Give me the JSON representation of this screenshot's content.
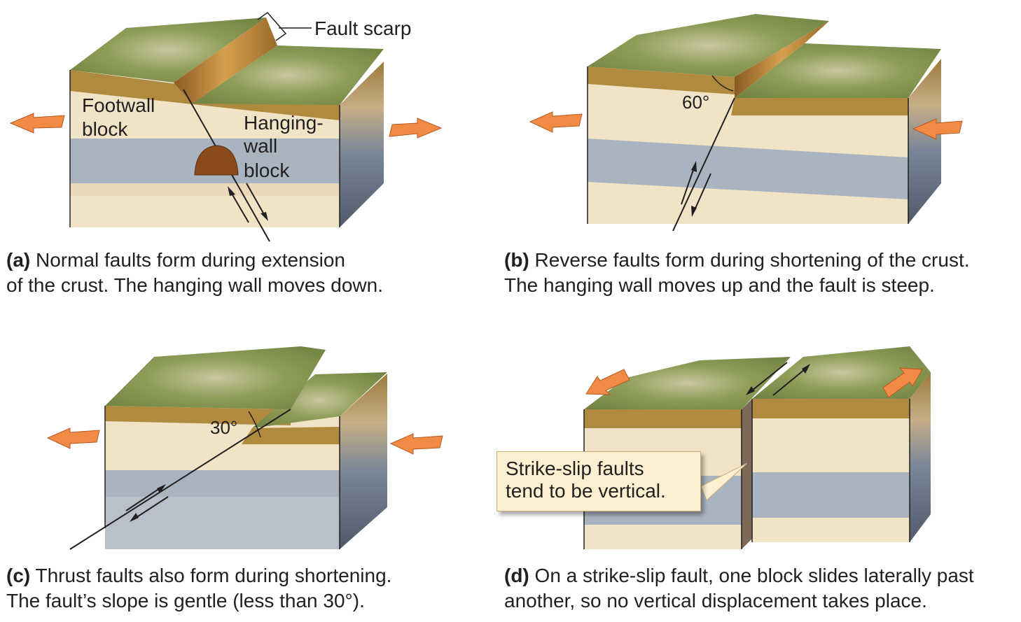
{
  "panels": [
    {
      "id": "a",
      "caption_tag": "(a)",
      "caption_line1": " Normal faults form during extension",
      "caption_line2": "of the crust. The hanging wall moves down.",
      "labels": {
        "fault_scarp": "Fault scarp",
        "footwall_1": "Footwall",
        "footwall_2": "block",
        "hanging_1": "Hanging-",
        "hanging_2": "wall",
        "hanging_3": "block"
      }
    },
    {
      "id": "b",
      "caption_tag": "(b)",
      "caption_line1": " Reverse faults form during shortening of the crust.",
      "caption_line2": "The hanging wall moves up and the fault is steep.",
      "labels": {
        "angle": "60°"
      }
    },
    {
      "id": "c",
      "caption_tag": "(c)",
      "caption_line1": " Thrust faults also form during shortening.",
      "caption_line2": "The fault’s slope is gentle (less than 30°).",
      "labels": {
        "angle": "30°"
      }
    },
    {
      "id": "d",
      "caption_tag": "(d)",
      "caption_line1": " On a strike-slip fault, one block slides laterally past",
      "caption_line2": "another, so no vertical displacement takes place.",
      "callout_line1": "Strike-slip faults",
      "callout_line2": "tend to be vertical."
    }
  ],
  "colors": {
    "grass": "#7f9248",
    "soil": "#b08a3e",
    "cream": "#f1e4c6",
    "blue": "#aab4c0",
    "side_dark": "#5d6878",
    "arrow": "#f08a45"
  }
}
